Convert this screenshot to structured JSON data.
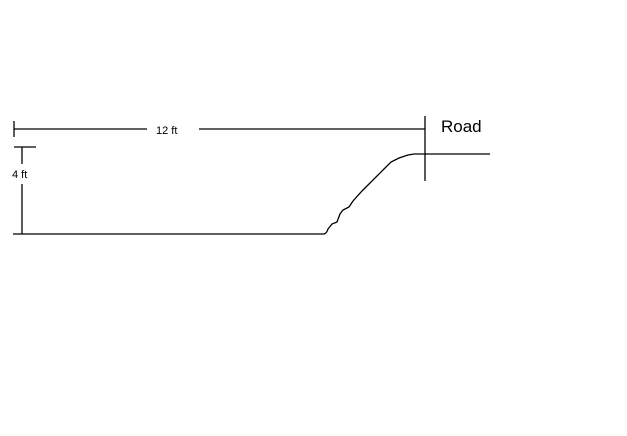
{
  "diagram": {
    "width_label": "12 ft",
    "height_label": "4 ft",
    "road_label": "Road"
  }
}
